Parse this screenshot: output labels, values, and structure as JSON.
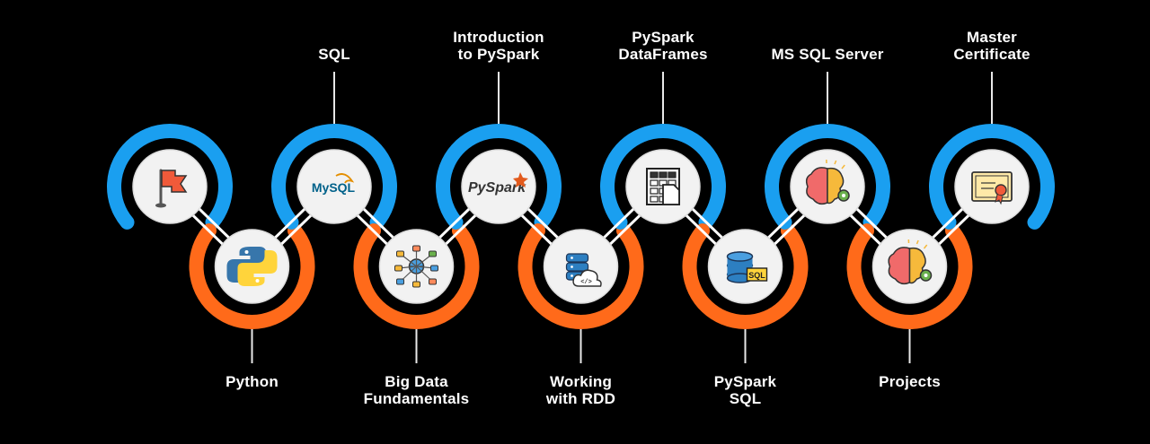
{
  "colors": {
    "background": "#000000",
    "top_ring": "#1a9ff0",
    "bottom_ring": "#ff6a1a",
    "node_fill": "#f2f2f2",
    "connector": "#ffffff"
  },
  "steps": [
    {
      "id": "start",
      "label": "",
      "icon": "flag-icon",
      "row": "top",
      "has_label": false
    },
    {
      "id": "python",
      "label": "Python",
      "icon": "python-logo-icon",
      "row": "bottom",
      "has_label": true
    },
    {
      "id": "sql",
      "label": "SQL",
      "icon": "mysql-logo-icon",
      "row": "top",
      "has_label": true,
      "logo_text": "MySQL"
    },
    {
      "id": "bigdata",
      "label": "Big Data\nFundamentals",
      "icon": "network-nodes-icon",
      "row": "bottom",
      "has_label": true
    },
    {
      "id": "pyspark",
      "label": "Introduction\nto PySpark",
      "icon": "pyspark-logo-icon",
      "row": "top",
      "has_label": true,
      "logo_text": "PySpark"
    },
    {
      "id": "rdd",
      "label": "Working\nwith RDD",
      "icon": "database-cloud-icon",
      "row": "bottom",
      "has_label": true
    },
    {
      "id": "dataframes",
      "label": "PySpark\nDataFrames",
      "icon": "dataframe-grid-icon",
      "row": "top",
      "has_label": true
    },
    {
      "id": "pysparksql",
      "label": "PySpark\nSQL",
      "icon": "database-sql-icon",
      "row": "bottom",
      "has_label": true,
      "badge_text": "SQL"
    },
    {
      "id": "mssql",
      "label": "MS SQL Server",
      "icon": "brain-gear-icon",
      "row": "top",
      "has_label": true
    },
    {
      "id": "projects",
      "label": "Projects",
      "icon": "brain-gear-icon",
      "row": "bottom",
      "has_label": true
    },
    {
      "id": "cert",
      "label": "Master\nCertificate",
      "icon": "certificate-icon",
      "row": "top",
      "has_label": true
    }
  ]
}
